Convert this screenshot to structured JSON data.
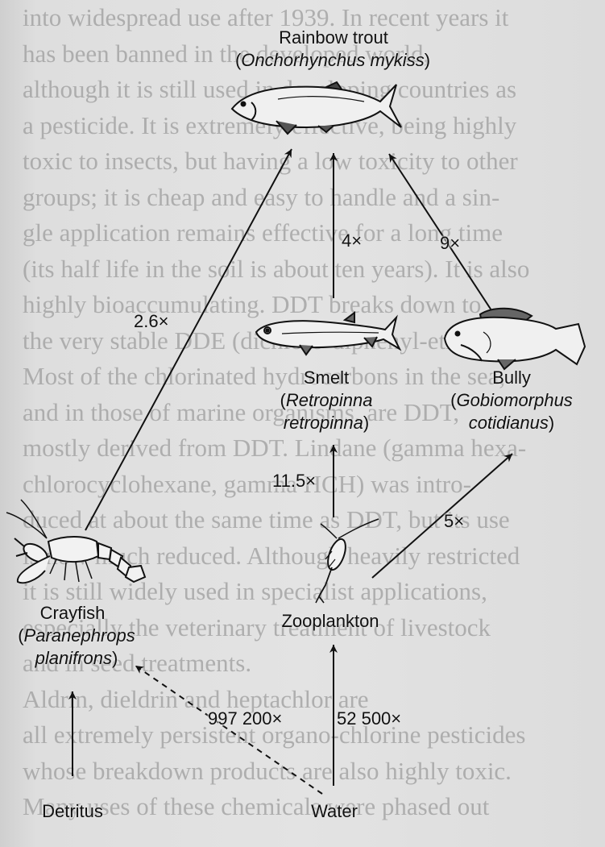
{
  "background_text": [
    "into widespread use after 1939. In recent years it",
    "has been banned in the developed world,",
    "although it is still used in developing countries as",
    "a pesticide. It is extremely effective, being highly",
    "toxic to insects, but having a low toxicity to other",
    "groups; it is cheap and easy to handle and a sin-",
    "gle application remains effective for a long time",
    "(its half life in the soil is about ten years). It is also",
    "highly bioaccumulating. DDT breaks down to",
    "the very stable DDE (dichloro-diphenyl-ethane).",
    "Most of the chlorinated hydrocarbons in the sea,",
    "and in those of marine organisms, are DDT,",
    "mostly derived from DDT. Lindane (gamma hexa-",
    "chlorocyclohexane, gamma HCH) was intro-",
    "duced at about the same time as DDT, but its use",
    "is now much reduced. Although heavily restricted",
    "it is still widely used in specialist applications,",
    "especially the veterinary treatment of livestock",
    "and in seed treatments.",
    "    Aldrin, dieldrin and heptachlor are",
    "all extremely persistent organo-chlorine pesticides",
    "whose breakdown products are also highly toxic.",
    "Many uses of these chemicals were phased out"
  ],
  "nodes": {
    "trout": {
      "common": "Rainbow trout",
      "scientific": "Onchorhynchus mykiss"
    },
    "smelt": {
      "common": "Smelt",
      "scientific_line1": "Retropinna",
      "scientific_line2": "retropinna"
    },
    "bully": {
      "common": "Bully",
      "scientific_line1": "Gobiomorphus",
      "scientific_line2": "cotidianus"
    },
    "crayfish": {
      "common": "Crayfish",
      "scientific_line1": "Paranephrops",
      "scientific_line2": "planifrons"
    },
    "zooplankton": {
      "common": "Zooplankton"
    },
    "detritus": {
      "common": "Detritus"
    },
    "water": {
      "common": "Water"
    }
  },
  "factors": {
    "crayfish_to_trout": "2.6×",
    "smelt_to_trout": "4×",
    "bully_to_trout": "9×",
    "zooplankton_to_smelt": "11.5×",
    "zooplankton_to_bully": "5×",
    "water_to_crayfish": "997 200×",
    "water_to_zooplankton": "52 500×"
  },
  "edges": [
    {
      "from": "detritus",
      "to": "crayfish",
      "style": "solid"
    },
    {
      "from": "water",
      "to": "crayfish",
      "style": "dashed"
    },
    {
      "from": "water",
      "to": "zooplankton",
      "style": "solid"
    },
    {
      "from": "crayfish",
      "to": "trout",
      "style": "solid"
    },
    {
      "from": "smelt",
      "to": "trout",
      "style": "solid"
    },
    {
      "from": "bully",
      "to": "trout",
      "style": "solid"
    },
    {
      "from": "zooplankton",
      "to": "smelt",
      "style": "solid"
    },
    {
      "from": "zooplankton",
      "to": "bully",
      "style": "solid"
    }
  ],
  "colors": {
    "ink": "#111111",
    "fish_fill": "#f0f0f0",
    "fin_fill": "#555555"
  }
}
